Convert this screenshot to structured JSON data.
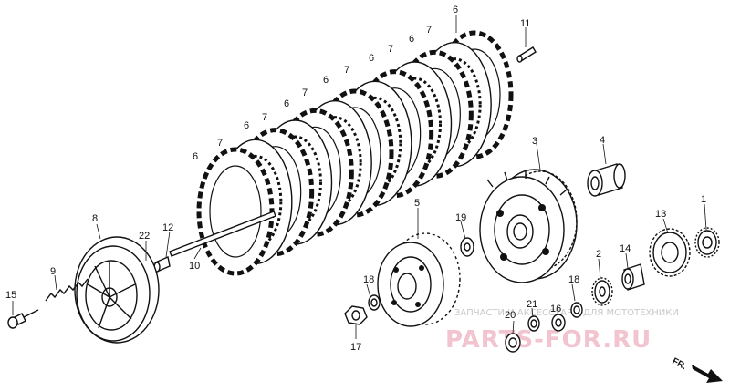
{
  "callouts": [
    {
      "n": "1"
    },
    {
      "n": "2"
    },
    {
      "n": "3"
    },
    {
      "n": "4"
    },
    {
      "n": "5"
    },
    {
      "n": "6"
    },
    {
      "n": "6"
    },
    {
      "n": "6"
    },
    {
      "n": "6"
    },
    {
      "n": "6"
    },
    {
      "n": "6"
    },
    {
      "n": "6"
    },
    {
      "n": "7"
    },
    {
      "n": "7"
    },
    {
      "n": "7"
    },
    {
      "n": "7"
    },
    {
      "n": "7"
    },
    {
      "n": "7"
    },
    {
      "n": "8"
    },
    {
      "n": "9"
    },
    {
      "n": "10"
    },
    {
      "n": "11"
    },
    {
      "n": "12"
    },
    {
      "n": "13"
    },
    {
      "n": "14"
    },
    {
      "n": "15"
    },
    {
      "n": "16"
    },
    {
      "n": "17"
    },
    {
      "n": "18"
    },
    {
      "n": "18"
    },
    {
      "n": "19"
    },
    {
      "n": "20"
    },
    {
      "n": "21"
    },
    {
      "n": "22"
    }
  ],
  "watermark": {
    "subtitle": "ЗАПЧАСТИ И АКСЕССУАРЫ ДЛЯ МОТОТЕХНИКИ",
    "brand": "PARTS-FOR.RU"
  },
  "direction_label": "FR.",
  "colors": {
    "ink": "#111111",
    "watermark_pink": "#f2c4cf",
    "watermark_gray": "#c9c9c9"
  }
}
